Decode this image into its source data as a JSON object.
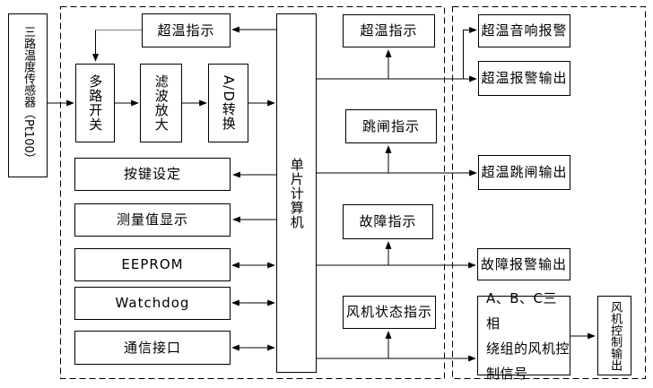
{
  "diagram": {
    "nodes": {
      "sensor": "三路温度传感器（Pt100）",
      "overtemp_indicator_left": "超温指示",
      "multiplexer": "多路开关",
      "filter_amplifier": "滤波放大",
      "ad_converter": "A/D转换",
      "mcu": "单片计算机",
      "key_setting": "按键设定",
      "measurement_display": "测量值显示",
      "eeprom": "EEPROM",
      "watchdog": "Watchdog",
      "comm_interface": "通信接口",
      "overtemp_indicator_right": "超温指示",
      "trip_indicator": "跳闸指示",
      "fault_indicator": "故障指示",
      "fan_status_indicator": "风机状态指示",
      "overtemp_audible_alarm": "超温音响报警",
      "overtemp_alarm_output": "超温报警输出",
      "overtemp_trip_output": "超温跳闸输出",
      "fault_alarm_output": "故障报警输出",
      "fan_control_signal": "A、B、C三相\n绕组的风机控\n制信号",
      "fan_control_output": "风机控制输出"
    },
    "colors": {
      "line": "#000000",
      "secondary_line": "#7f7f7f",
      "background": "#ffffff",
      "box_border": "#000000"
    }
  }
}
